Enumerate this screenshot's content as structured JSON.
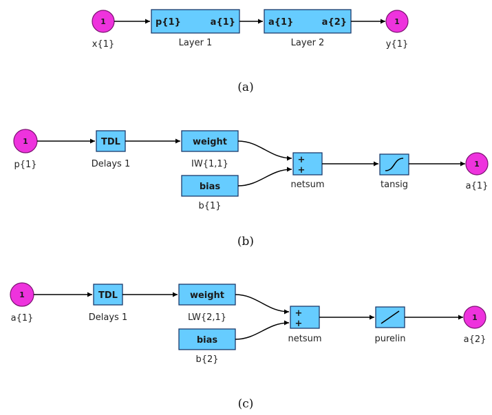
{
  "colors": {
    "port": "#ee33dd",
    "block": "#66ccff",
    "line": "#000000"
  },
  "panel_a": {
    "caption": "(a)",
    "input_port": {
      "number": "1",
      "label": "x{1}"
    },
    "layer1": {
      "in_label": "p{1}",
      "out_label": "a{1}",
      "name": "Layer 1"
    },
    "layer2": {
      "in_label": "a{1}",
      "out_label": "a{2}",
      "name": "Layer 2"
    },
    "output_port": {
      "number": "1",
      "label": "y{1}"
    }
  },
  "panel_b": {
    "caption": "(b)",
    "input_port": {
      "number": "1",
      "label": "p{1}"
    },
    "tdl": {
      "text": "TDL",
      "label": "Delays 1"
    },
    "weight": {
      "text": "weight",
      "label": "IW{1,1}"
    },
    "bias": {
      "text": "bias",
      "label": "b{1}"
    },
    "netsum": {
      "plus1": "+",
      "plus2": "+",
      "label": "netsum"
    },
    "transfer": {
      "icon": "tansig-icon",
      "label": "tansig"
    },
    "output_port": {
      "number": "1",
      "label": "a{1}"
    }
  },
  "panel_c": {
    "caption": "(c)",
    "input_port": {
      "number": "1",
      "label": "a{1}"
    },
    "tdl": {
      "text": "TDL",
      "label": "Delays 1"
    },
    "weight": {
      "text": "weight",
      "label": "LW{2,1}"
    },
    "bias": {
      "text": "bias",
      "label": "b{2}"
    },
    "netsum": {
      "plus1": "+",
      "plus2": "+",
      "label": "netsum"
    },
    "transfer": {
      "icon": "purelin-icon",
      "label": "purelin"
    },
    "output_port": {
      "number": "1",
      "label": "a{2}"
    }
  }
}
